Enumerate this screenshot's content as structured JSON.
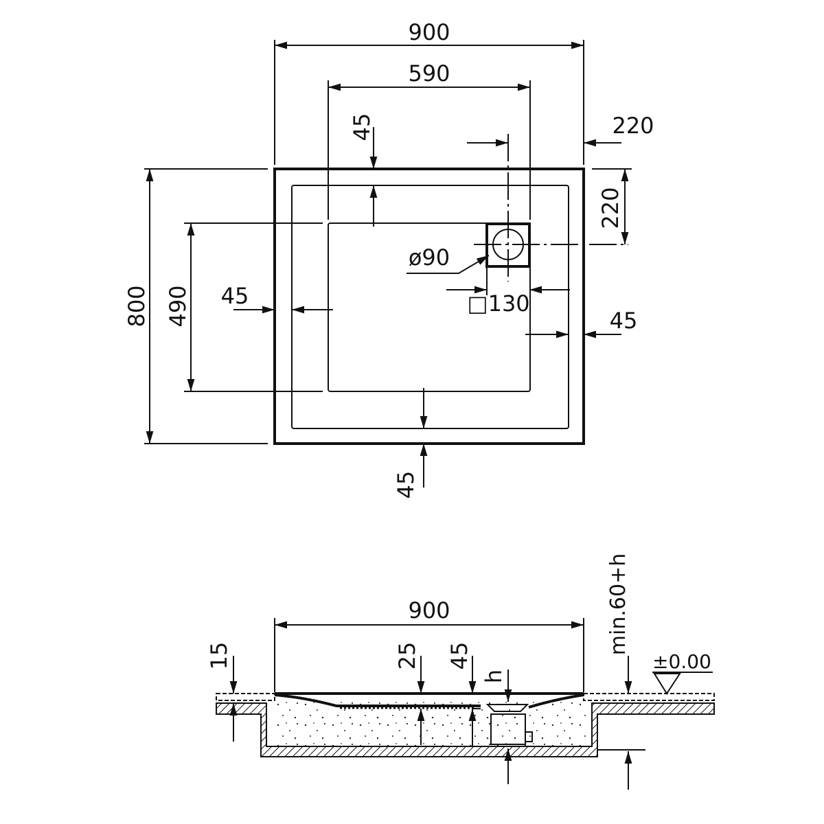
{
  "plan_view": {
    "width_overall": "900",
    "width_basin": "590",
    "drain_offset_x": "220",
    "drain_offset_y": "220",
    "rim_top": "45",
    "rim_left": "45",
    "rim_right": "45",
    "rim_bottom": "45",
    "length_overall": "800",
    "length_basin": "490",
    "drain_diameter": "ø90",
    "drain_square": "□130"
  },
  "section_view": {
    "width_overall": "900",
    "tile_thickness": "15",
    "depth_25": "25",
    "depth_45": "45",
    "drain_height": "h",
    "min_depth": "min.60+h",
    "level": "±0.00"
  }
}
